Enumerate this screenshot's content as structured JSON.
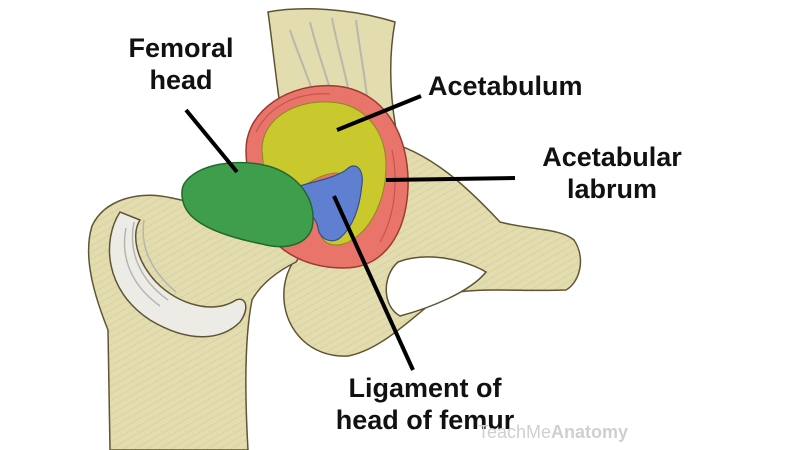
{
  "labels": {
    "femoral_head": [
      "Femoral",
      "head"
    ],
    "acetabulum": "Acetabulum",
    "acetabular_labrum": [
      "Acetabular",
      "labrum"
    ],
    "ligament": [
      "Ligament of",
      "head of femur"
    ]
  },
  "watermark": {
    "prefix": "TeachMe",
    "suffix": "Anatomy"
  },
  "colors": {
    "bone": "#e3dcae",
    "bone_shadow": "#c2b98a",
    "bone_outline": "#5e5433",
    "cartilage": "#ecebe6",
    "femoral_head": "#3f9e4c",
    "acetabulum": "#c9c92e",
    "labrum": "#e8746a",
    "ligament": "#5f7fd0",
    "pointer": "#000000",
    "text": "#111111"
  }
}
